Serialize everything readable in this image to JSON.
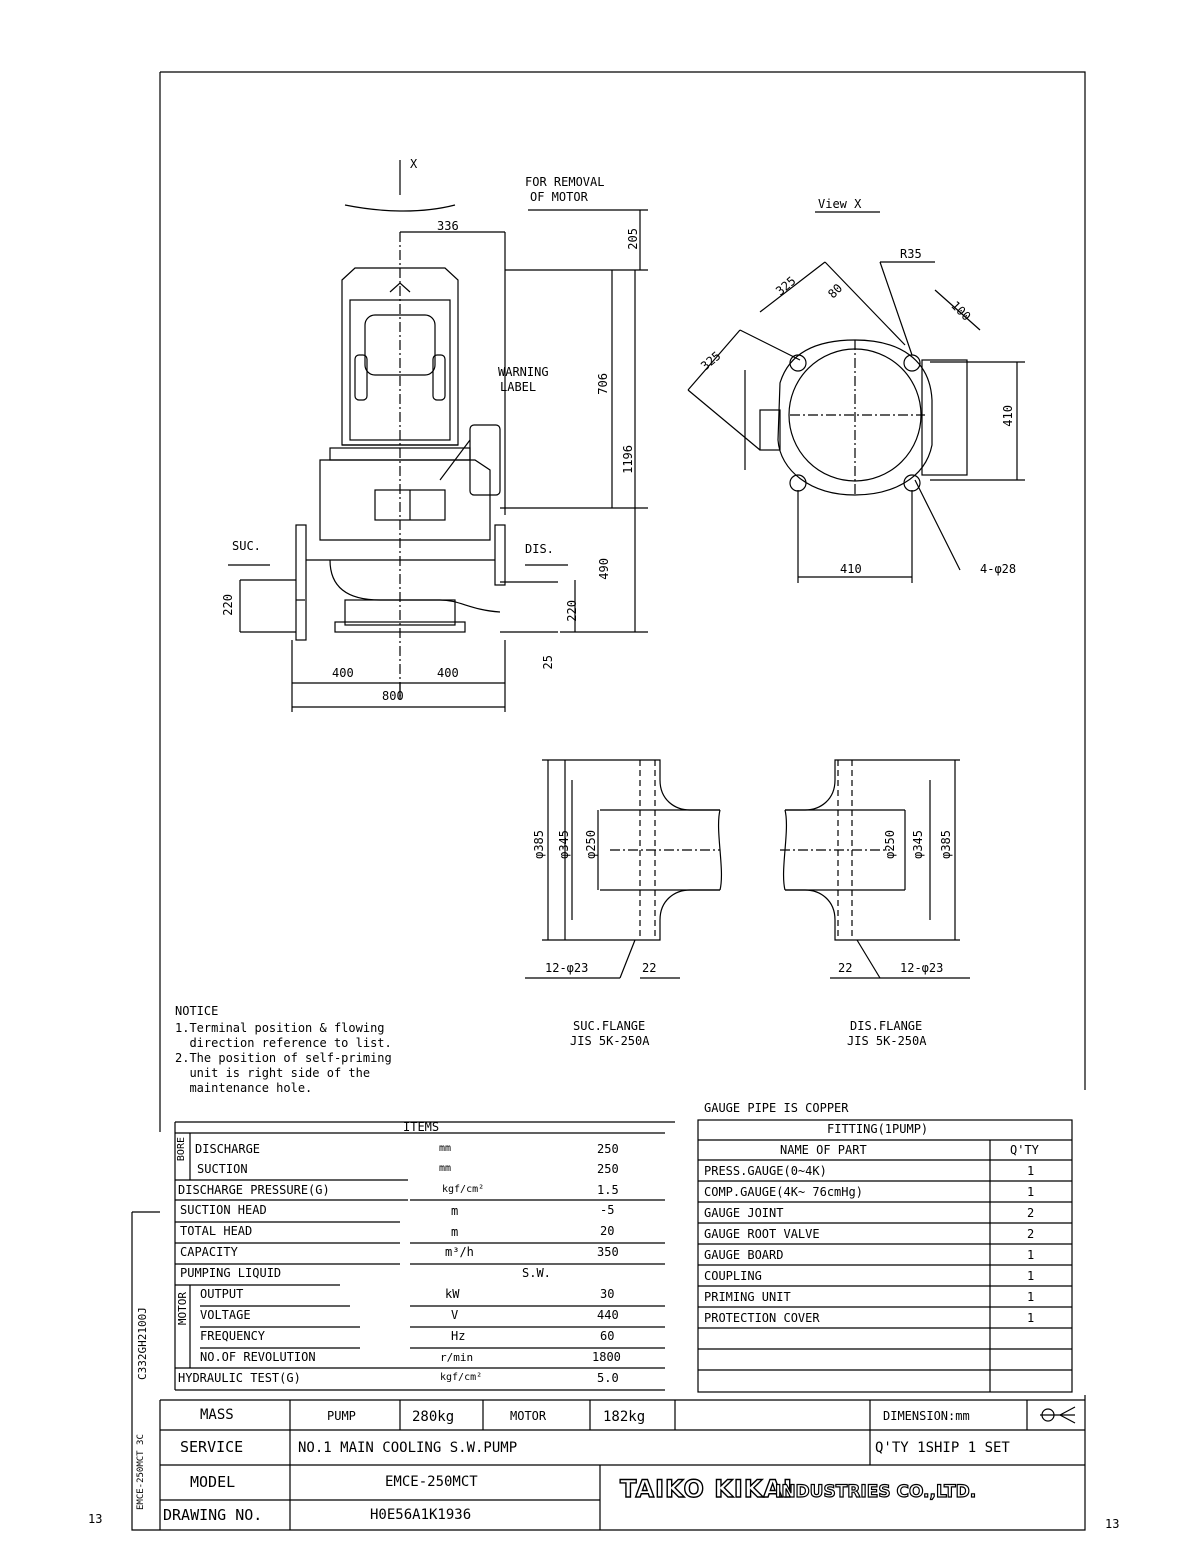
{
  "page_numbers": {
    "left": "13",
    "right": "13"
  },
  "side_codes": {
    "upper": "C332GH2100J",
    "lower": "EMCE-250MCT 3C"
  },
  "elevation": {
    "view_mark": "X",
    "removal_note": [
      "FOR REMOVAL",
      "OF MOTOR"
    ],
    "warning_label": [
      "WARNING",
      "LABEL"
    ],
    "suc": "SUC.",
    "dis": "DIS.",
    "dims": {
      "d336": "336",
      "d205": "205",
      "d706": "706",
      "d1196": "1196",
      "d490": "490",
      "d220a": "220",
      "d220b": "220",
      "d25": "25",
      "d400a": "400",
      "d400b": "400",
      "d800": "800"
    }
  },
  "view_x": {
    "title": "View X",
    "r35": "R35",
    "d325a": "325",
    "d325b": "325",
    "d80": "80",
    "d100": "100",
    "d410v": "410",
    "d410h": "410",
    "holes": "4-φ28"
  },
  "flanges": {
    "suc": {
      "d1": "φ385",
      "d2": "φ345",
      "d3": "φ250",
      "holes": "12-φ23",
      "t": "22",
      "title": "SUC.FLANGE",
      "std": "JIS 5K-250A"
    },
    "dis": {
      "d1": "φ385",
      "d2": "φ345",
      "d3": "φ250",
      "holes": "12-φ23",
      "t": "22",
      "title": "DIS.FLANGE",
      "std": "JIS 5K-250A"
    }
  },
  "notice": {
    "title": "NOTICE",
    "lines": [
      "1.Terminal position & flowing",
      "  direction reference to list.",
      "2.The position of self-priming",
      "  unit is right side of the",
      "  maintenance hole."
    ]
  },
  "items_table": {
    "header": "ITEMS",
    "bore_label": "BORE",
    "motor_label": "MOTOR",
    "rows": [
      {
        "name": "DISCHARGE",
        "unit": "mm",
        "value": "250"
      },
      {
        "name": "SUCTION",
        "unit": "mm",
        "value": "250"
      },
      {
        "name": "DISCHARGE PRESSURE(G)",
        "unit": "kgf/cm²",
        "value": "1.5"
      },
      {
        "name": "SUCTION HEAD",
        "unit": "m",
        "value": "-5"
      },
      {
        "name": "TOTAL HEAD",
        "unit": "m",
        "value": "20"
      },
      {
        "name": "CAPACITY",
        "unit": "m³/h",
        "value": "350"
      },
      {
        "name": "PUMPING LIQUID",
        "unit": "",
        "value": "S.W."
      },
      {
        "name": "OUTPUT",
        "unit": "kW",
        "value": "30"
      },
      {
        "name": "VOLTAGE",
        "unit": "V",
        "value": "440"
      },
      {
        "name": "FREQUENCY",
        "unit": "Hz",
        "value": "60"
      },
      {
        "name": "NO.OF REVOLUTION",
        "unit": "r/min",
        "value": "1800"
      },
      {
        "name": "HYDRAULIC TEST(G)",
        "unit": "kgf/cm²",
        "value": "5.0"
      }
    ]
  },
  "fitting_table": {
    "note": "GAUGE PIPE IS COPPER",
    "header": "FITTING(1PUMP)",
    "col_name": "NAME OF PART",
    "col_qty": "Q'TY",
    "rows": [
      {
        "name": "PRESS.GAUGE(0~4K)",
        "qty": "1"
      },
      {
        "name": "COMP.GAUGE(4K~ 76cmHg)",
        "qty": "1"
      },
      {
        "name": "GAUGE JOINT",
        "qty": "2"
      },
      {
        "name": "GAUGE ROOT VALVE",
        "qty": "2"
      },
      {
        "name": "GAUGE BOARD",
        "qty": "1"
      },
      {
        "name": "COUPLING",
        "qty": "1"
      },
      {
        "name": "PRIMING UNIT",
        "qty": "1"
      },
      {
        "name": "PROTECTION COVER",
        "qty": "1"
      }
    ]
  },
  "title_block": {
    "mass_label": "MASS",
    "pump_label": "PUMP",
    "pump_mass": "280kg",
    "motor_label": "MOTOR",
    "motor_mass": "182kg",
    "dimension": "DIMENSION:mm",
    "service_label": "SERVICE",
    "service_value": "NO.1 MAIN COOLING S.W.PUMP",
    "qty": "Q'TY 1SHIP 1 SET",
    "model_label": "MODEL",
    "model_value": "EMCE-250MCT",
    "drawing_label": "DRAWING NO.",
    "drawing_value": "H0E56A1K1936",
    "company_main": "TAIKO KIKAI",
    "company_tail": "INDUSTRIES CO.,LTD."
  }
}
